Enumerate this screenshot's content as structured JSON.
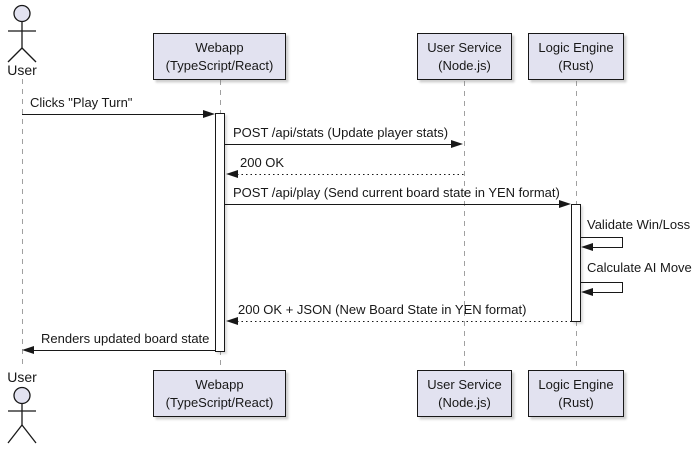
{
  "diagram": {
    "title": "sequence-diagram",
    "actor": {
      "name": "User"
    },
    "participants": [
      {
        "id": "webapp",
        "line1": "Webapp",
        "line2": "(TypeScript/React)"
      },
      {
        "id": "user-service",
        "line1": "User Service",
        "line2": "(Node.js)"
      },
      {
        "id": "logic-engine",
        "line1": "Logic Engine",
        "line2": "(Rust)"
      }
    ],
    "messages": [
      {
        "from": "User",
        "to": "Webapp",
        "label": "Clicks \"Play Turn\"",
        "style": "solid"
      },
      {
        "from": "Webapp",
        "to": "User Service",
        "label": "POST /api/stats (Update player stats)",
        "style": "solid"
      },
      {
        "from": "User Service",
        "to": "Webapp",
        "label": "200 OK",
        "style": "dotted-return"
      },
      {
        "from": "Webapp",
        "to": "Logic Engine",
        "label": "POST /api/play (Send current board state in YEN format)",
        "style": "solid"
      },
      {
        "from": "Logic Engine",
        "to": "Logic Engine",
        "label": "Validate Win/Loss",
        "style": "self"
      },
      {
        "from": "Logic Engine",
        "to": "Logic Engine",
        "label": "Calculate AI Move",
        "style": "self"
      },
      {
        "from": "Logic Engine",
        "to": "Webapp",
        "label": "200 OK + JSON (New Board State in YEN format)",
        "style": "dotted-return"
      },
      {
        "from": "Webapp",
        "to": "User",
        "label": "Renders updated board state",
        "style": "solid"
      }
    ],
    "colors": {
      "participant_fill": "#E2E2F0",
      "border": "#181818",
      "lifeline": "#A0A0A0",
      "background": "#FFFFFF"
    }
  }
}
